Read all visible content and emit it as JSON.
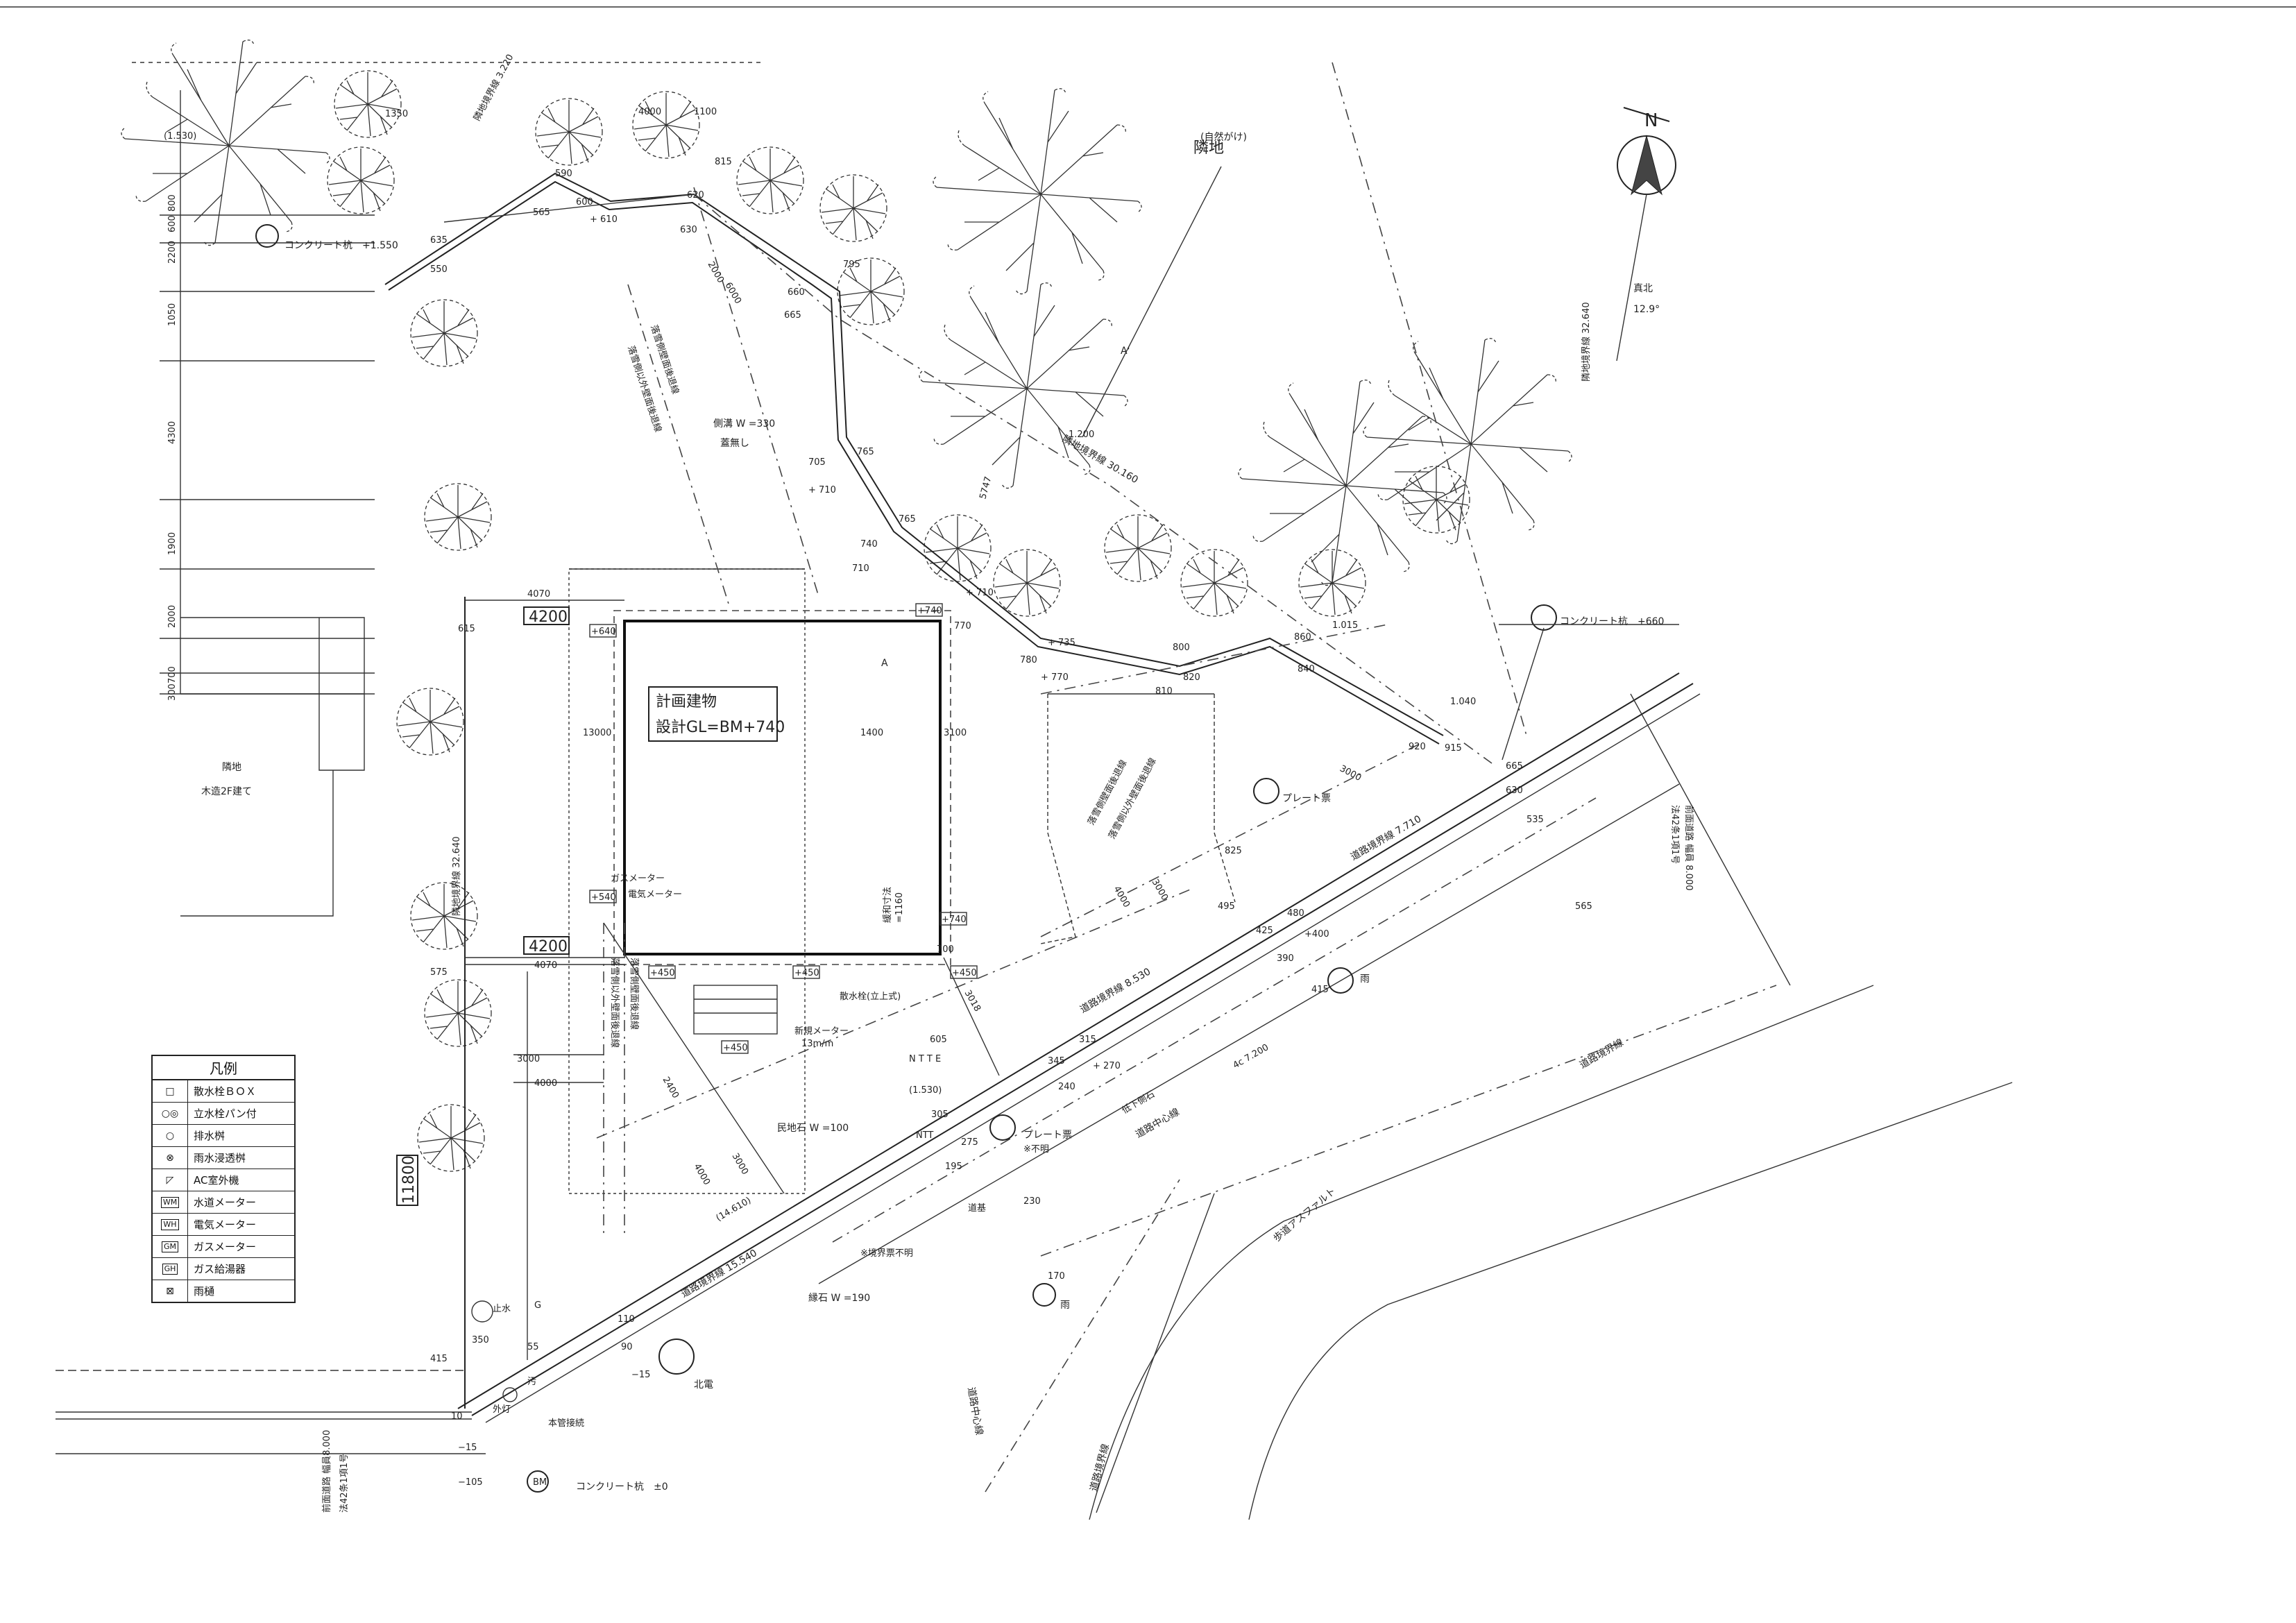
{
  "labels": {
    "neighbor_top": "隣地",
    "natural_slope": "(自然がけ)",
    "neighbor_left": "隣地",
    "wood_house": "木造2F建て",
    "true_north": "真北",
    "north_angle": "12.9°",
    "north_mark": "N",
    "building_name": "計画建物",
    "design_gl": "設計GL=BM+740",
    "concrete_pile_1": "コンクリート杭　+1.550",
    "concrete_pile_2": "コンクリート杭　+660",
    "concrete_pile_3": "コンクリート杭　±0",
    "plate_1": "プレート票",
    "plate_2": "プレート票",
    "unclear_1": "※不明",
    "unclear_2": "※境界票不明",
    "rain_1": "雨",
    "rain_2": "雨",
    "ntt_1": "N T T\nE",
    "ntt_2": "NTT",
    "north_elec": "北電",
    "bm": "BM",
    "water_stop": "止水",
    "gas": "G",
    "sewage": "汚",
    "outdoor_light": "外灯",
    "main_pipe": "本管接続",
    "sign": "道基",
    "side_ditch": "側溝 W =330",
    "no_lid": "蓋無し",
    "private_stone": "民地石 W =100",
    "curb": "縁石 W =190",
    "road_center_1": "道路中心線",
    "road_center_2": "道路中心線",
    "road_boundary_1": "道路境界線",
    "road_boundary_2": "道路境界線",
    "road_boundary_3": "道路境界線 7.710",
    "road_boundary_4": "道路境界線 8.530",
    "road_boundary_5": "道路境界線 15.540",
    "road_center_len": "4c 7.200",
    "sidewalk": "歩道アスファルト",
    "faucet": "散水栓(立上式)",
    "new_meter": "新規メーター",
    "new_meter_size": "13m/m",
    "gas_meter": "ガスメーター",
    "elec_meter": "電気メーター",
    "snow_line_1": "落雪側以外壁面後退線",
    "snow_line_2": "落雪側壁面後退線",
    "snow_line_3": "落雪側壁面後退線",
    "snow_line_4": "落雪側以外壁面後退線",
    "snow_line_5": "落雪側以外壁面後退線",
    "snow_line_6": "落雪側壁面後退線",
    "boundary_left": "隣地境界線 32.640",
    "boundary_right": "隣地境界線 32.640",
    "boundary_top": "隣地境界線 30.160",
    "boundary_top_left": "隣地境界線 3.220",
    "road_front_left": "前面道路 幅員8.000",
    "road_front_left_law": "法42条1項1号",
    "road_front_right": "前面道路 幅員 8.000",
    "road_front_right_law": "法42条1項1号",
    "gentle": "緩和寸法",
    "gentle_val": "=1160",
    "a_mark_1": "A",
    "a_mark_2": "A'",
    "low_ditch": "低下側石"
  },
  "dims": {
    "d4200_top": "4200",
    "d4200_bot": "4200",
    "d11800": "11800",
    "d4070a": "4070",
    "d4070b": "4070",
    "d13000": "13000",
    "d1400": "1400",
    "d3100": "3100",
    "d3000a": "3000",
    "d4000a": "4000",
    "d3000b": "3000",
    "d4000b": "4000",
    "d3000c": "3000",
    "d4000c": "4000",
    "d3000d": "3000",
    "d14610": "(14.610)",
    "d2400": "2400",
    "d3018": "3018",
    "d2000": "2000",
    "d6000": "6000",
    "d5747": "5747",
    "d1350": "1350",
    "d4000t": "4000",
    "d1100": "1100",
    "d1530": "1.530",
    "v2200": "2200",
    "v1050": "1050",
    "v4300": "4300",
    "v1900": "1900",
    "v2000": "2000",
    "v700": "700",
    "v300": "300",
    "v600": "600",
    "v800": "800"
  },
  "levels": {
    "l740": "+740",
    "l640": "+640",
    "l540": "+540",
    "l740b": "+740",
    "l450a": "+450",
    "l450b": "+450",
    "l450c": "+450",
    "l450d": "+450",
    "s615": "615",
    "s575": "575",
    "s590": "590",
    "s565": "565",
    "s610": "+ 610",
    "s600": "600",
    "s635": "635",
    "s550": "550",
    "s620": "620",
    "s630": "630",
    "s815": "815",
    "s795": "795",
    "s660": "660",
    "s665": "665",
    "s765a": "765",
    "s705": "705",
    "s710a": "+ 710",
    "s765b": "765",
    "s740": "740",
    "s710b": "710",
    "s710c": "+ 710",
    "s770a": "770",
    "s735": "+ 735",
    "s780": "780",
    "s770b": "+ 770",
    "s800": "800",
    "s820": "820",
    "s810": "810",
    "s860": "860",
    "s840": "840",
    "s1015": "1.015",
    "s1040": "1.040",
    "s920": "920",
    "s915": "915",
    "s665b": "665",
    "s630b": "630",
    "s535": "535",
    "s565b": "565",
    "s825": "825",
    "s495": "495",
    "s425": "425",
    "s480": "480",
    "s400": "+400",
    "s390": "390",
    "s415a": "415",
    "s700": "700",
    "s605": "605",
    "s315": "315",
    "s345": "345",
    "s270": "+ 270",
    "s240": "240",
    "s305": "305",
    "s1530": "(1.530)",
    "s275": "275",
    "s195": "195",
    "s230": "230",
    "s170": "170",
    "s350": "350",
    "s415b": "415",
    "s110": "110",
    "s55": "55",
    "s90": "90",
    "s15a": "−15",
    "s10": "10",
    "s15b": "−15",
    "s105": "−105",
    "s1200": "1.200",
    "s1550": "1.550"
  },
  "legend": {
    "title": "凡例",
    "items": [
      {
        "symbol": "□",
        "label": "散水栓ＢＯＸ",
        "icon": "square-icon"
      },
      {
        "symbol": "○◎",
        "label": "立水栓パン付",
        "icon": "faucet-pan-icon"
      },
      {
        "symbol": "○",
        "label": "排水桝",
        "icon": "circle-icon"
      },
      {
        "symbol": "⊗",
        "label": "雨水浸透桝",
        "icon": "cross-circle-icon"
      },
      {
        "symbol": "◸",
        "label": "AC室外機",
        "icon": "ac-unit-icon"
      },
      {
        "symbol": "WM",
        "label": "水道メーター",
        "icon": "water-meter-icon"
      },
      {
        "symbol": "WH",
        "label": "電気メーター",
        "icon": "electric-meter-icon"
      },
      {
        "symbol": "GM",
        "label": "ガスメーター",
        "icon": "gas-meter-icon"
      },
      {
        "symbol": "GH",
        "label": "ガス給湯器",
        "icon": "gas-heater-icon"
      },
      {
        "symbol": "⊠",
        "label": "雨樋",
        "icon": "gutter-icon"
      }
    ]
  }
}
